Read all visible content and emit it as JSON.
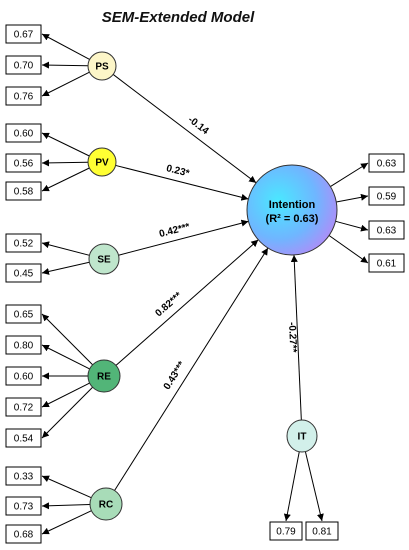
{
  "title": "SEM-Extended Model",
  "colors": {
    "PS": "#fdf6c8",
    "PV": "#ffff33",
    "SE": "#bfe6cc",
    "RE": "#52b578",
    "RC": "#a8dcb8",
    "IT": "#d2f0ea",
    "intention_outer": "#b08cf8",
    "intention_inner": "#4ae8ff"
  },
  "constructs": {
    "PS": {
      "label": "PS",
      "loadings": [
        "0.67",
        "0.70",
        "0.76"
      ]
    },
    "PV": {
      "label": "PV",
      "loadings": [
        "0.60",
        "0.56",
        "0.58"
      ]
    },
    "SE": {
      "label": "SE",
      "loadings": [
        "0.52",
        "0.45"
      ]
    },
    "RE": {
      "label": "RE",
      "loadings": [
        "0.65",
        "0.80",
        "0.60",
        "0.72",
        "0.54"
      ]
    },
    "RC": {
      "label": "RC",
      "loadings": [
        "0.33",
        "0.73",
        "0.68"
      ]
    },
    "IT": {
      "label": "IT",
      "loadings": [
        "0.79",
        "0.81"
      ]
    }
  },
  "intention": {
    "label": "Intention",
    "r2": "(R² = 0.63)",
    "loadings": [
      "0.63",
      "0.59",
      "0.63",
      "0.61"
    ]
  },
  "paths": {
    "PS": "-0.14",
    "PV": "0.23*",
    "SE": "0.42***",
    "RE": "0.82***",
    "RC": "0.43***",
    "IT": "-0.27**"
  }
}
